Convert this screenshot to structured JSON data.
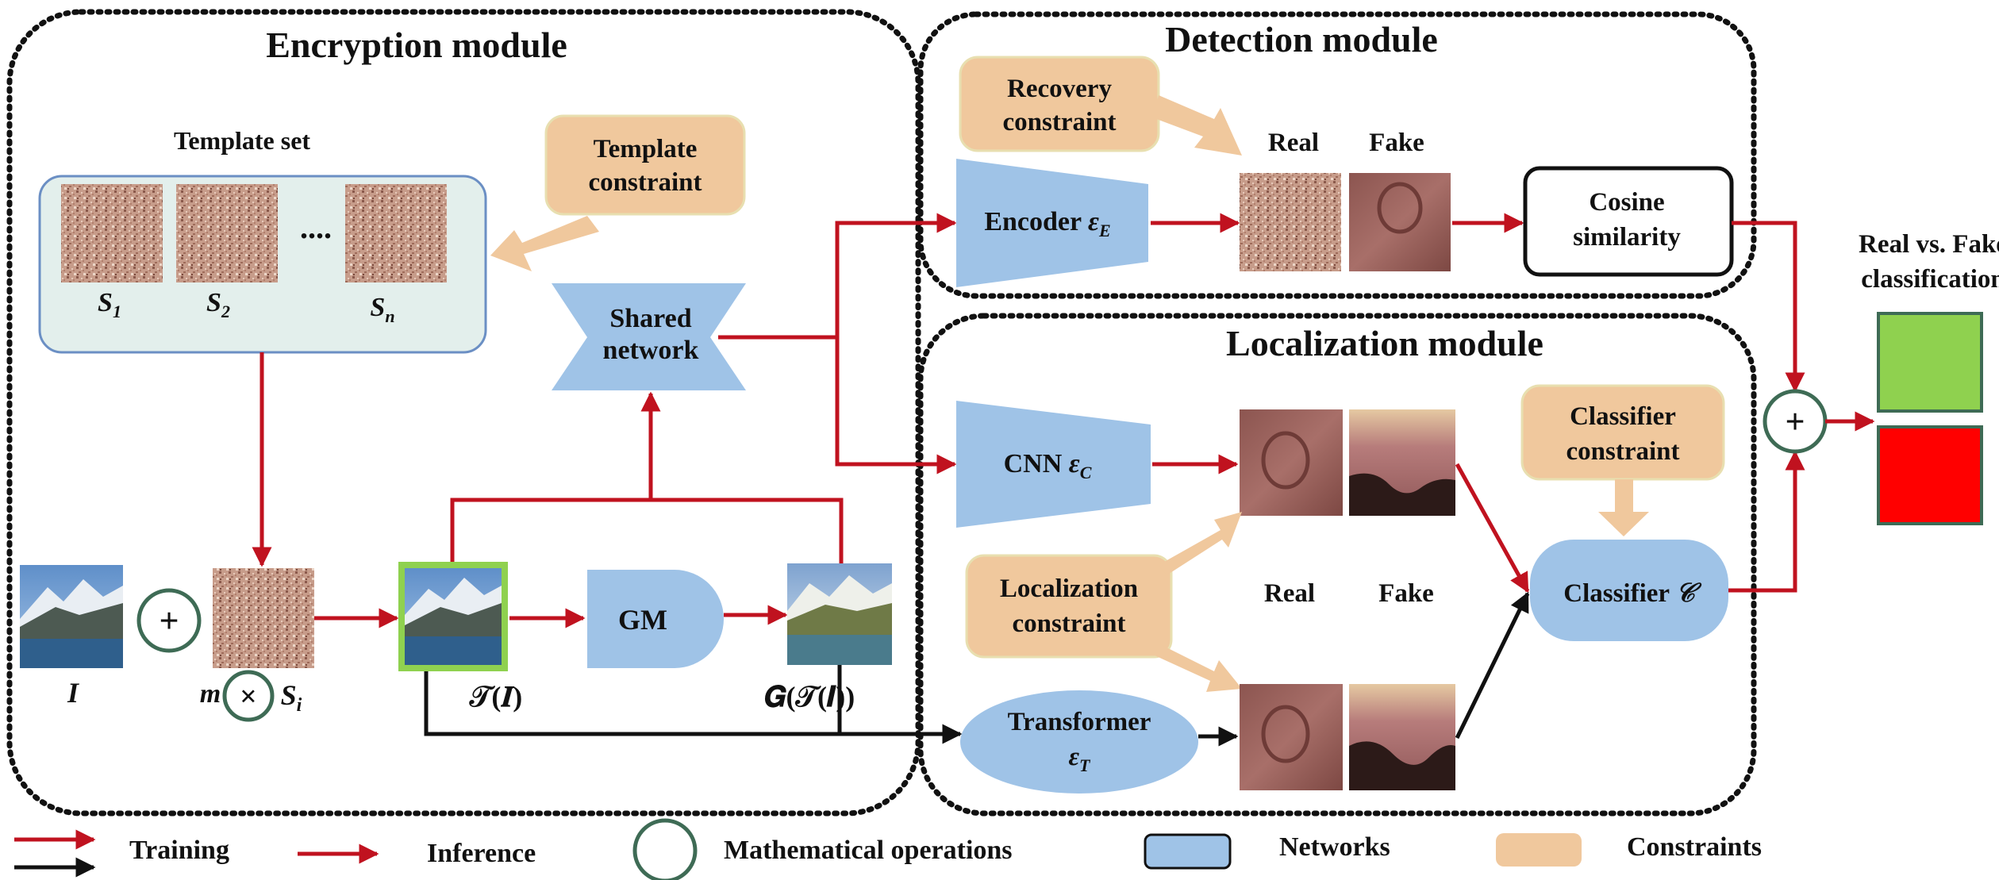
{
  "modules": {
    "encryption": "Encryption module",
    "detection": "Detection module",
    "localization": "Localization module"
  },
  "template_set": {
    "title": "Template set",
    "ellipsis": "....",
    "s1": "S",
    "s1_sub": "1",
    "s2": "S",
    "s2_sub": "2",
    "sn": "S",
    "sn_sub": "n"
  },
  "constraints": {
    "template": [
      "Template",
      "constraint"
    ],
    "recovery": [
      "Recovery",
      "constraint"
    ],
    "classifier": [
      "Classifier",
      "constraint"
    ],
    "localization": [
      "Localization",
      "constraint"
    ]
  },
  "networks": {
    "shared": [
      "Shared",
      "network"
    ],
    "gm": "GM",
    "encoder": "Encoder",
    "encoder_sym": "ε",
    "encoder_sub": "E",
    "cnn": "CNN",
    "cnn_sym": "ε",
    "cnn_sub": "C",
    "transformer": "Transformer",
    "transformer_sym": "ε",
    "transformer_sub": "T",
    "classifier": "Classifier",
    "classifier_sym": "𝒞"
  },
  "labels": {
    "input_image": "I",
    "mask_m": "m",
    "times": "×",
    "plus": "+",
    "si": "S",
    "si_sub": "i",
    "t_of_i": "𝒯(𝑰)",
    "g_of_t": "𝑮(𝒯(𝑰))",
    "real": "Real",
    "fake": "Fake",
    "cosine": [
      "Cosine",
      "similarity"
    ],
    "classification": [
      "Real vs. Fake",
      "classification"
    ]
  },
  "legend": {
    "training": "Training",
    "inference": "Inference",
    "math": "Mathematical operations",
    "networks": "Networks",
    "constraints": "Constraints"
  },
  "colors": {
    "red_arrow": "#c0121f",
    "black_arrow": "#111111",
    "network_blue": "#9fc3e7",
    "constraint_tan": "#f0c89d",
    "template_box": "#e3efec",
    "green_output": "#8fd14f",
    "red_output": "#ff0000",
    "op_circle": "#3e6b55"
  }
}
